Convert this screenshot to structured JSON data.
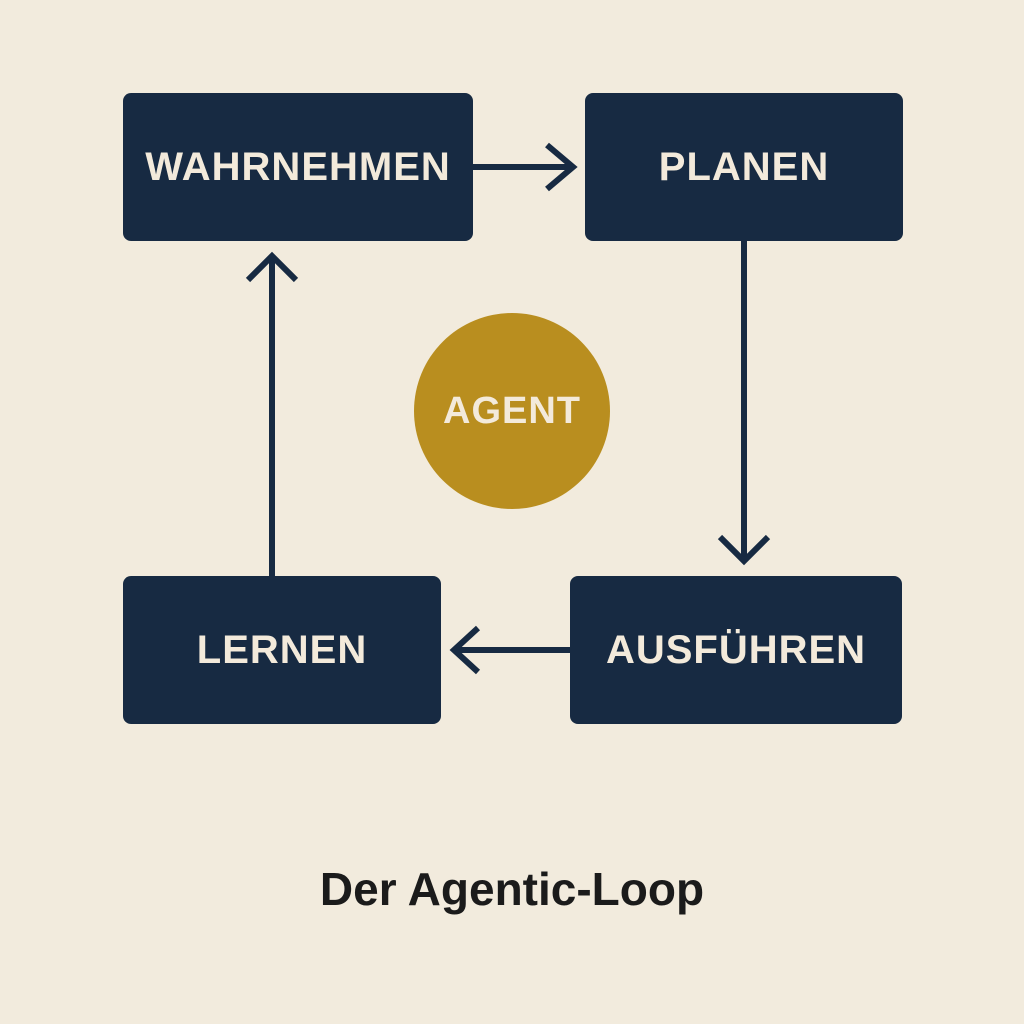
{
  "diagram": {
    "nodes": {
      "wahrnehmen": "WAHRNEHMEN",
      "planen": "PLANEN",
      "ausfuehren": "AUSFÜHREN",
      "lernen": "LERNEN"
    },
    "center": "AGENT",
    "caption": "Der Agentic-Loop",
    "edges": [
      {
        "from": "WAHRNEHMEN",
        "to": "PLANEN"
      },
      {
        "from": "PLANEN",
        "to": "AUSFÜHREN"
      },
      {
        "from": "AUSFÜHREN",
        "to": "LERNEN"
      },
      {
        "from": "LERNEN",
        "to": "WAHRNEHMEN"
      }
    ]
  },
  "colors": {
    "background": "#f2ebdd",
    "box": "#172a42",
    "box_text": "#f3eadb",
    "agent": "#b98e1f",
    "arrow": "#172a42",
    "caption": "#1b1b1b"
  }
}
